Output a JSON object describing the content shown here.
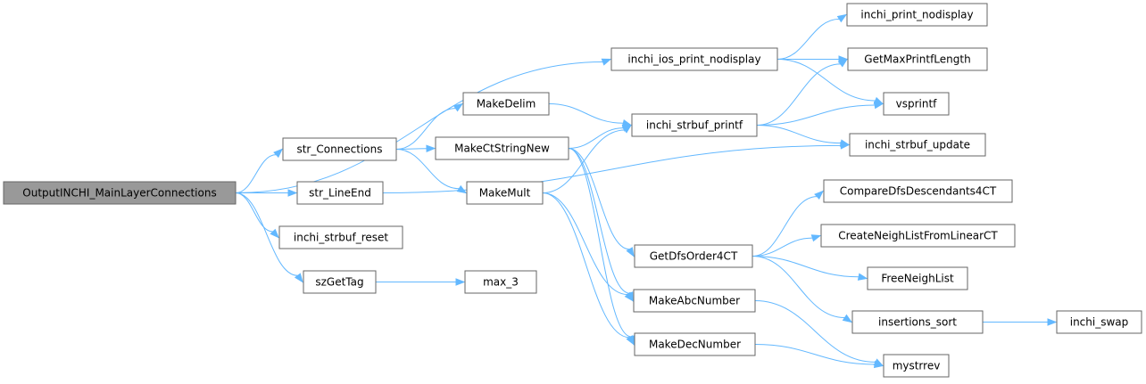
{
  "nodes": {
    "root": "OutputINCHI_MainLayerConnections",
    "str_connections": "str_Connections",
    "str_lineend": "str_LineEnd",
    "inchi_strbuf_reset": "inchi_strbuf_reset",
    "szgettag": "szGetTag",
    "max_3": "max_3",
    "inchi_ios_print_nodisplay": "inchi_ios_print_nodisplay",
    "makedelim": "MakeDelim",
    "makectstringnew": "MakeCtStringNew",
    "makemult": "MakeMult",
    "inchi_strbuf_printf": "inchi_strbuf_printf",
    "getdfsorder4ct": "GetDfsOrder4CT",
    "makeabcnumber": "MakeAbcNumber",
    "makedecnumber": "MakeDecNumber",
    "inchi_print_nodisplay": "inchi_print_nodisplay",
    "getmaxprintflength": "GetMaxPrintfLength",
    "vsprintf": "vsprintf",
    "inchi_strbuf_update": "inchi_strbuf_update",
    "comparedfsdescendants4ct": "CompareDfsDescendants4CT",
    "createneighlistfromlinearct": "CreateNeighListFromLinearCT",
    "freeneighlist": "FreeNeighList",
    "insertions_sort": "insertions_sort",
    "inchi_swap": "inchi_swap",
    "mystrrev": "mystrrev"
  },
  "colors": {
    "edge": "#63b8ff",
    "node_border": "#666666",
    "root_fill": "#999999"
  }
}
